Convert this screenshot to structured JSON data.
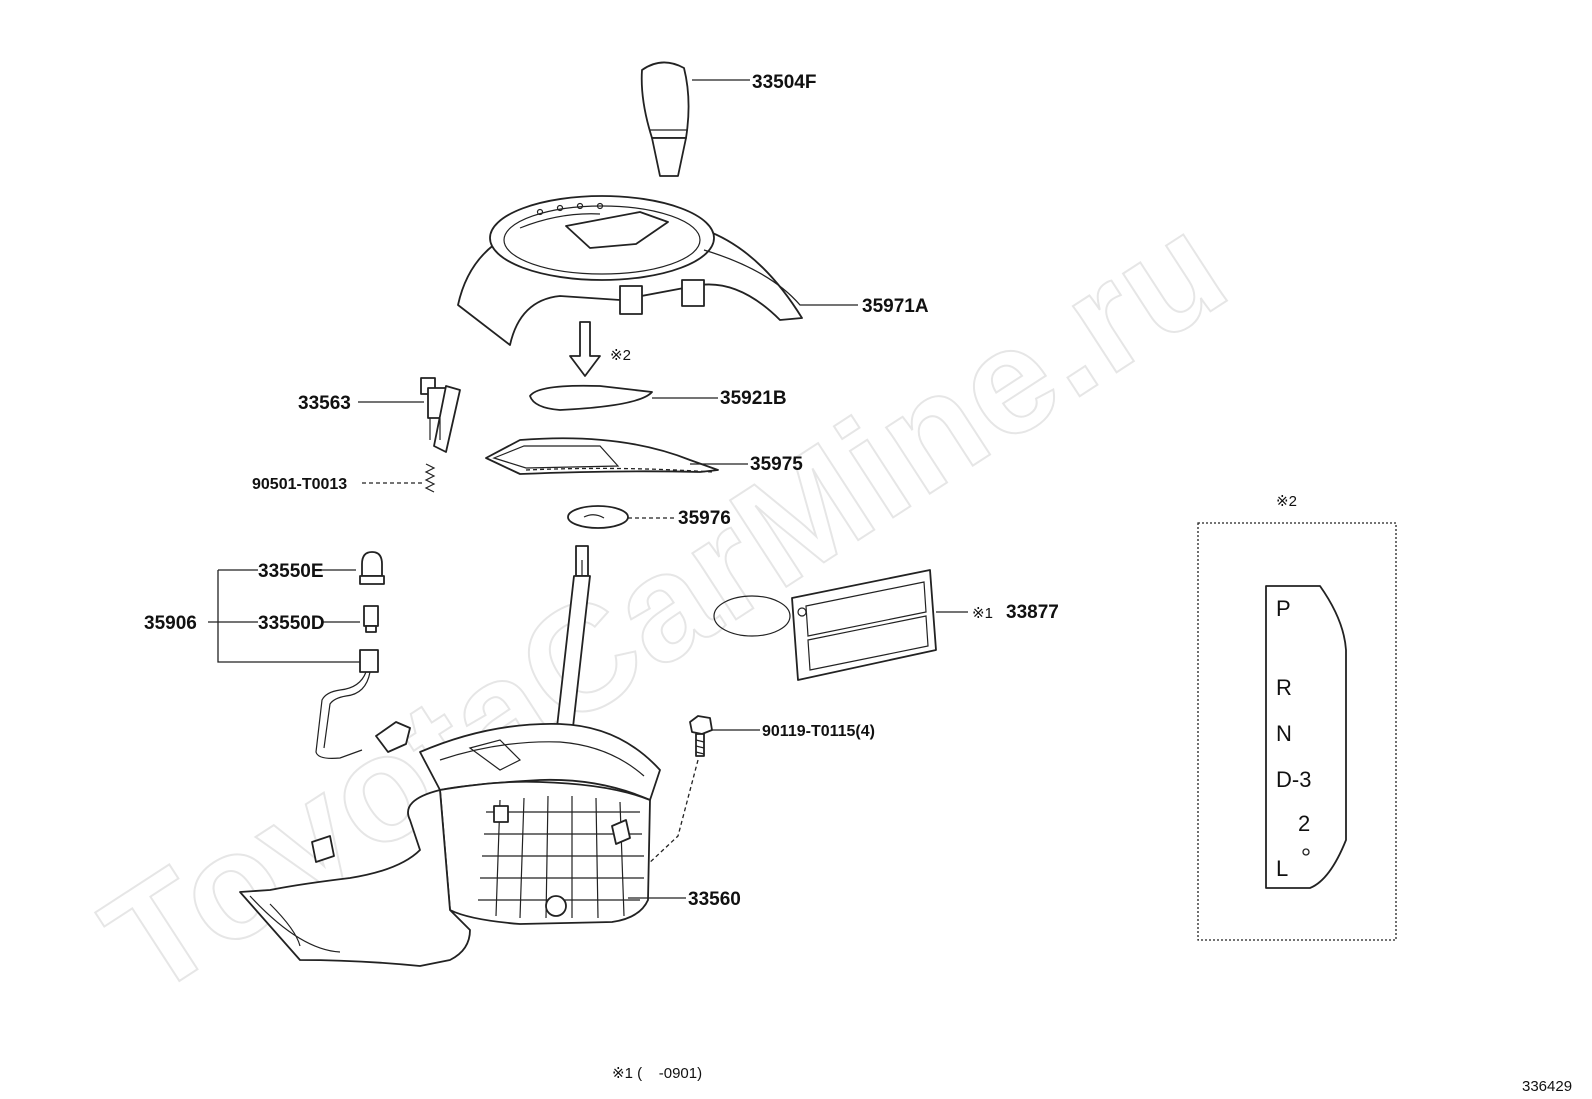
{
  "watermark": "ToyotaCarMine.ru",
  "parts": {
    "knob": "33504F",
    "indicator_housing": "35971A",
    "plate_b": "35921B",
    "slide_cover": "35975",
    "disc": "35976",
    "switch": "33563",
    "spring": "90501-T0013",
    "bulb_e": "33550E",
    "bulb_d": "33550D",
    "socket_assy": "35906",
    "label_plate": "33877",
    "screw": "90119-T0115(4)",
    "shift_lever_housing": "33560"
  },
  "notes": {
    "arrow_ref": "※2",
    "label_plate_ref": "※1",
    "footnote": "※1 (    -0901)",
    "diagram_id": "336429"
  },
  "inset": {
    "title": "※2",
    "gears": [
      "P",
      "R",
      "N",
      "D-3",
      "2",
      "L"
    ]
  }
}
